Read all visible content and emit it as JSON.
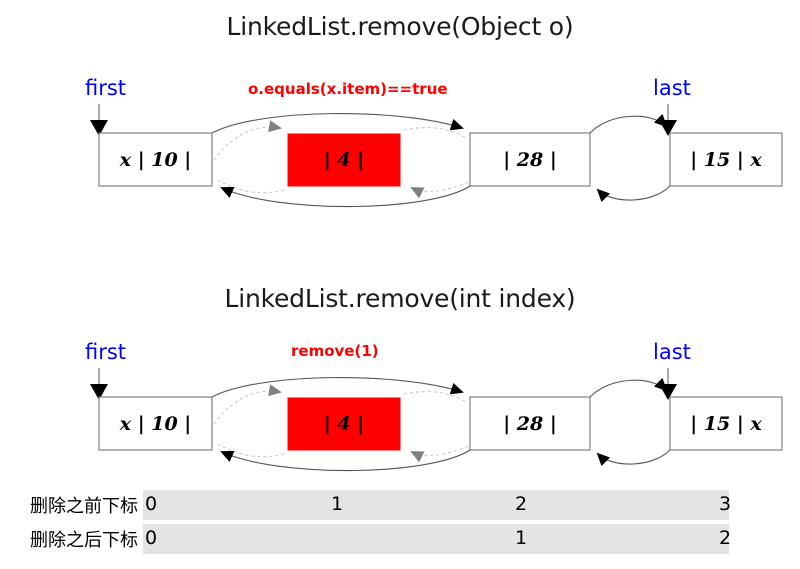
{
  "page": {
    "background": "#ffffff",
    "accent_pointer_color": "#0000ff",
    "accent_note_color": "#ff0000",
    "removed_node_color": "#ff0000",
    "index_bar_color": "#e4e4e4"
  },
  "diagrams": [
    {
      "id": "remove-object",
      "title": "LinkedList.remove(Object o)",
      "first_label": "first",
      "last_label": "last",
      "note": "o.equals(x.item)==true",
      "nodes": [
        {
          "text": "x | 10 |",
          "state": "normal"
        },
        {
          "text": "| 4 |",
          "state": "removed"
        },
        {
          "text": "| 28 |",
          "state": "normal"
        },
        {
          "text": "| 15 | x",
          "state": "normal"
        }
      ]
    },
    {
      "id": "remove-index",
      "title": "LinkedList.remove(int index)",
      "first_label": "first",
      "last_label": "last",
      "note": "remove(1)",
      "nodes": [
        {
          "text": "x | 10 |",
          "state": "normal"
        },
        {
          "text": "| 4 |",
          "state": "removed"
        },
        {
          "text": "| 28 |",
          "state": "normal"
        },
        {
          "text": "| 15 | x",
          "state": "normal"
        }
      ]
    }
  ],
  "index_table": {
    "rows": [
      {
        "label": "删除之前下标",
        "cells": [
          "0",
          "1",
          "2",
          "3"
        ]
      },
      {
        "label": "删除之后下标",
        "cells": [
          "0",
          "1",
          "2"
        ]
      }
    ]
  }
}
